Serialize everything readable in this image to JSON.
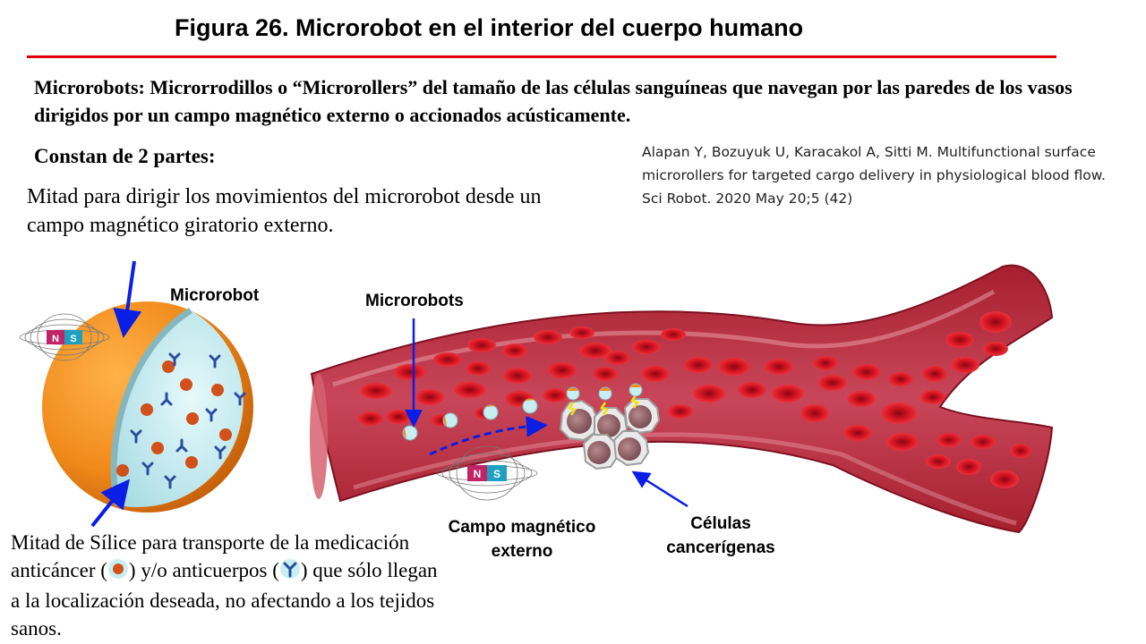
{
  "slide": {
    "title": "Figura 26. Microrobot en el interior del cuerpo humano",
    "subtitle": "Microrobots: Microrrodillos o “Microrollers” del tamaño de las células sanguíneas que navegan por las paredes de los vasos dirigidos por un campo magnético externo o accionados acústicamente.",
    "parts_heading": "Constan de 2 partes:",
    "citation": "Alapan Y, Bozuyuk U, Karacakol A, Sitti M. Multifunctional surface microrollers for targeted cargo delivery in physiological blood flow. Sci Robot. 2020 May 20;5 (42)",
    "half_magnetic": "Mitad para dirigir los movimientos del microrobot desde un campo magnético giratorio externo.",
    "half_silica": {
      "part1": "Mitad de Sílice para transporte de la medicación anticáncer (",
      "part2": ") y/o anticuerpos (",
      "part3": ") que sólo llegan a la localización deseada, no afectando a los tejidos sanos."
    }
  },
  "diagram": {
    "label_microrobot": "Microrobot",
    "label_microrobots": "Microrobots",
    "label_campo": "Campo magnético externo",
    "label_celulas": "Células cancerígenas",
    "magnet_n": "N",
    "magnet_s": "S"
  },
  "colors": {
    "title_rule": "#e00000",
    "arrow_blue": "#0a1ee6",
    "vessel": "#b8323f",
    "rbc": "#d0101c",
    "shell_orange": "#f08a1a",
    "silica": "#c8eef2"
  }
}
